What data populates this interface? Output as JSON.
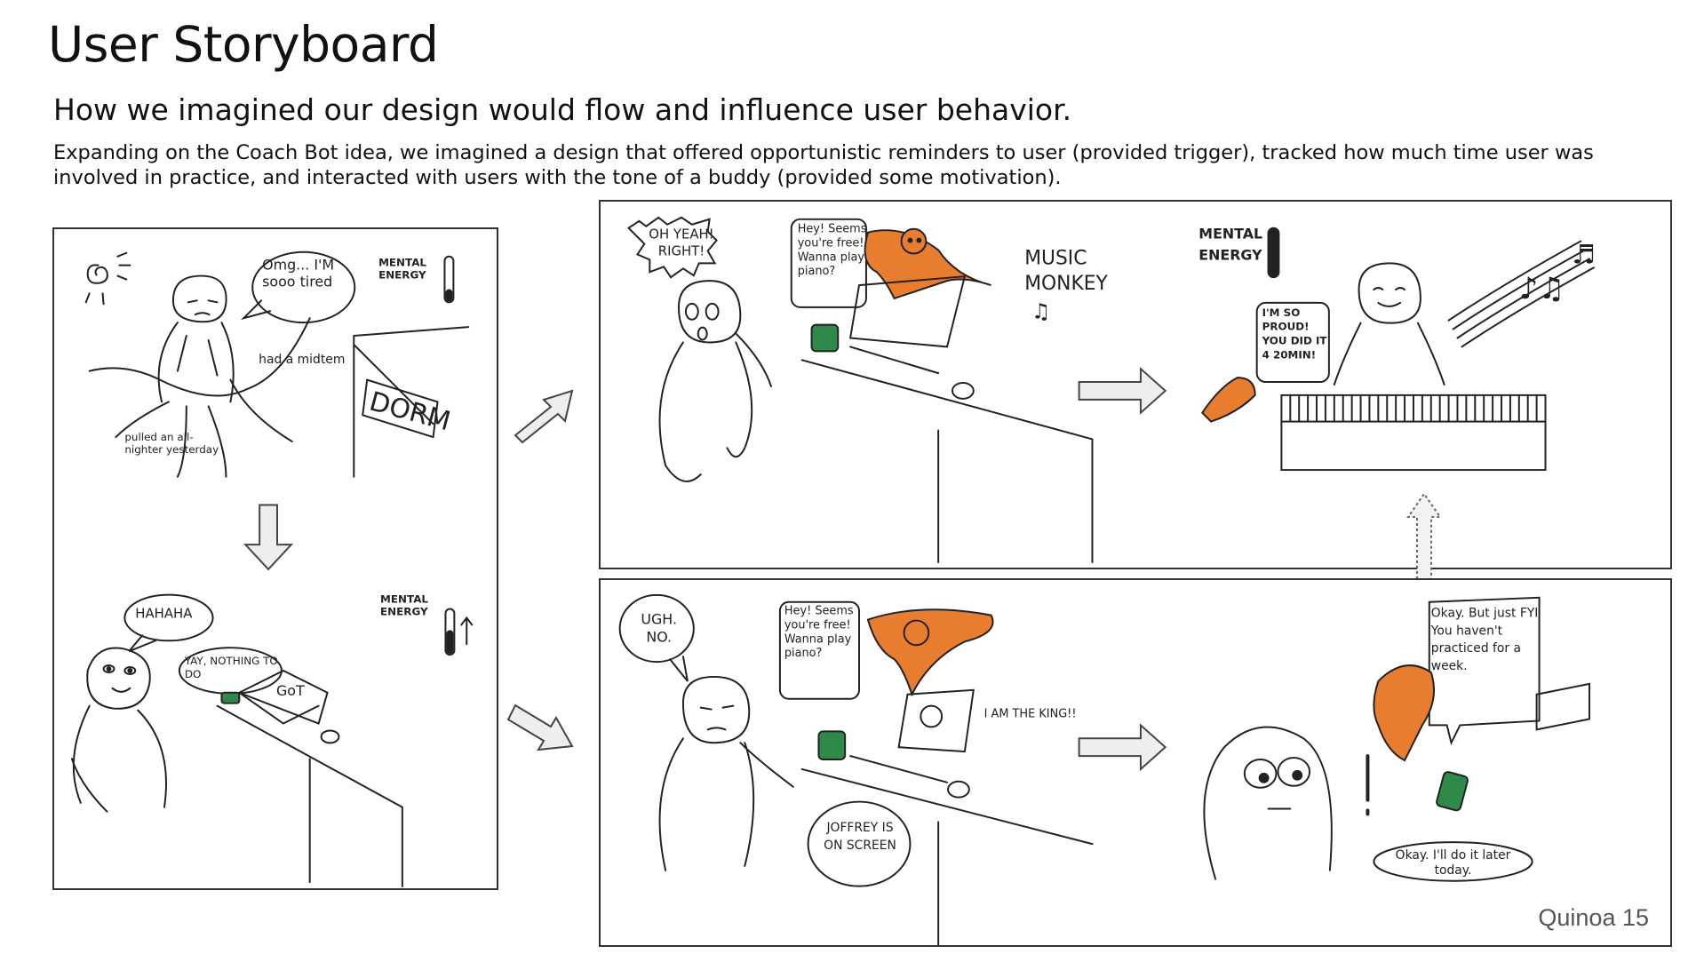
{
  "slide": {
    "title": "User Storyboard",
    "subtitle": "How we imagined our design would flow and influence user behavior.",
    "description": "Expanding on the Coach Bot idea, we imagined a design that offered opportunistic reminders to user (provided trigger), tracked how much time user was involved in practice, and interacted with users with the tone of a buddy (provided some motivation).",
    "footer": "Quinoa 15"
  },
  "panel1": {
    "speech": "Omg... I'M sooo tired",
    "note1": "had a midtem",
    "note2": "pulled an all-nighter yesterday",
    "sign": "DORM",
    "meter_label": "MENTAL ENERGY"
  },
  "panel2": {
    "speech1": "HAHAHA",
    "speech2": "YAY, NOTHING TO DO",
    "screen": "GoT",
    "meter_label": "MENTAL ENERGY"
  },
  "panel3": {
    "speech": "OH YEAH! RIGHT!",
    "bot_speech": "Hey! Seems you're free! Wanna play piano?",
    "bot_name": "MUSIC MONKEY"
  },
  "panel4": {
    "meter_label": "MENTAL ENERGY",
    "bot_speech": "I'M SO PROUD! YOU DID IT 4 20MIN!"
  },
  "panel5": {
    "speech": "UGH. NO.",
    "bot_speech": "Hey! Seems you're free! Wanna play piano?",
    "screen_speech": "I AM THE KING!!",
    "caption": "JOFFREY IS ON SCREEN"
  },
  "panel6": {
    "bot_speech": "Okay. But just FYI You haven't practiced for a week.",
    "user_speech": "Okay. I'll do it later today."
  },
  "colors": {
    "monkey": "#e87d2f",
    "phone": "#2f8a4a",
    "ink": "#222222",
    "arrow_fill": "#eeeeee"
  }
}
